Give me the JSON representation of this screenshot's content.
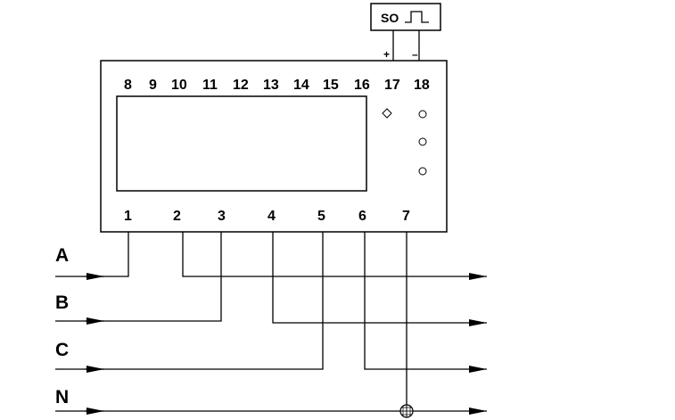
{
  "meter": {
    "top_terminals": [
      "8",
      "9",
      "10",
      "11",
      "12",
      "13",
      "14",
      "15",
      "16",
      "17",
      "18"
    ],
    "bottom_terminals": [
      "1",
      "2",
      "3",
      "4",
      "5",
      "6",
      "7"
    ]
  },
  "pulse_output": {
    "label": "SO",
    "plus": "+",
    "minus": "–"
  },
  "lines": {
    "a": "A",
    "b": "B",
    "c": "C",
    "n": "N"
  }
}
